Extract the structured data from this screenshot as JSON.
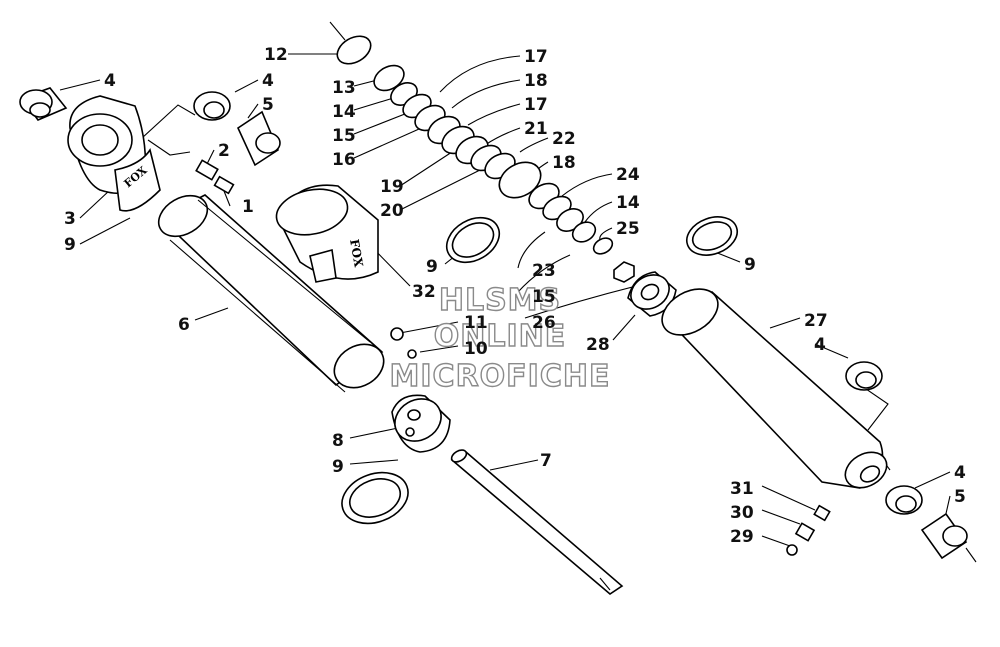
{
  "watermark": {
    "line1": "HLSMS",
    "line2": "ONLINE",
    "line3": "MICROFICHE"
  },
  "logos": {
    "reservoir_logo": "FOX",
    "body_logo": "FOX"
  },
  "callouts": [
    {
      "label": "12"
    },
    {
      "label": "13"
    },
    {
      "label": "14"
    },
    {
      "label": "15"
    },
    {
      "label": "16"
    },
    {
      "label": "17"
    },
    {
      "label": "18"
    },
    {
      "label": "17"
    },
    {
      "label": "21"
    },
    {
      "label": "22"
    },
    {
      "label": "18"
    },
    {
      "label": "19"
    },
    {
      "label": "20"
    },
    {
      "label": "24"
    },
    {
      "label": "14"
    },
    {
      "label": "25"
    },
    {
      "label": "4"
    },
    {
      "label": "4"
    },
    {
      "label": "5"
    },
    {
      "label": "2"
    },
    {
      "label": "1"
    },
    {
      "label": "3"
    },
    {
      "label": "9"
    },
    {
      "label": "6"
    },
    {
      "label": "32"
    },
    {
      "label": "9"
    },
    {
      "label": "23"
    },
    {
      "label": "15"
    },
    {
      "label": "26"
    },
    {
      "label": "11"
    },
    {
      "label": "10"
    },
    {
      "label": "28"
    },
    {
      "label": "9"
    },
    {
      "label": "27"
    },
    {
      "label": "4"
    },
    {
      "label": "8"
    },
    {
      "label": "9"
    },
    {
      "label": "7"
    },
    {
      "label": "31"
    },
    {
      "label": "30"
    },
    {
      "label": "29"
    },
    {
      "label": "4"
    },
    {
      "label": "5"
    }
  ]
}
